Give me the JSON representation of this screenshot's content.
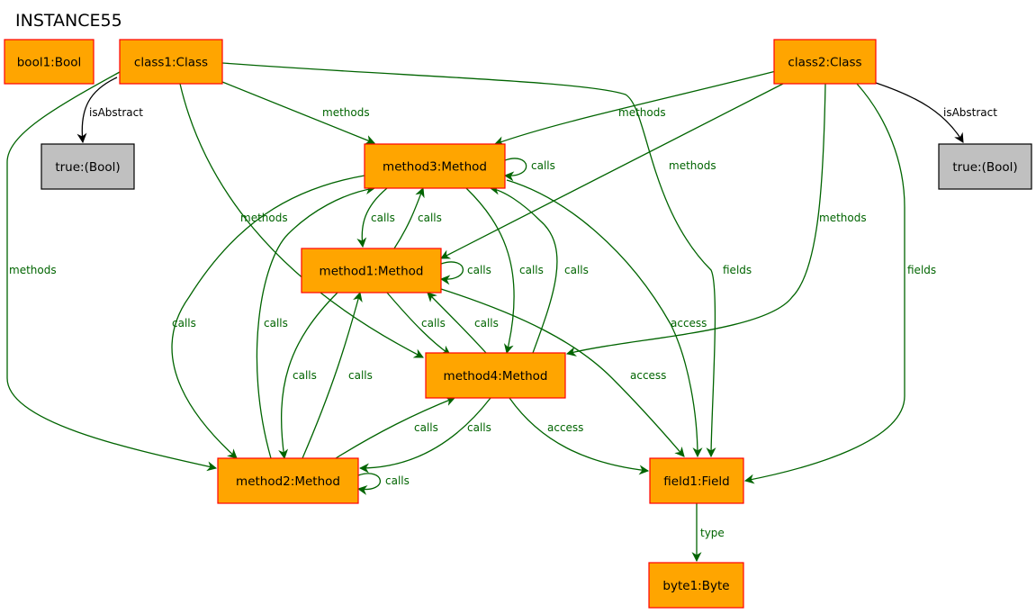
{
  "title": "INSTANCE55",
  "colors": {
    "object_fill": "#FFA500",
    "object_border": "#FF0000",
    "value_fill": "#C0C0C0",
    "value_border": "#000000",
    "reference_edge": "#006400",
    "attribute_edge": "#000000"
  },
  "nodes": [
    {
      "id": "bool1",
      "label": "bool1:Bool",
      "kind": "object"
    },
    {
      "id": "class1",
      "label": "class1:Class",
      "kind": "object"
    },
    {
      "id": "class2",
      "label": "class2:Class",
      "kind": "object"
    },
    {
      "id": "true1",
      "label": "true:(Bool)",
      "kind": "value"
    },
    {
      "id": "true2",
      "label": "true:(Bool)",
      "kind": "value"
    },
    {
      "id": "method3",
      "label": "method3:Method",
      "kind": "object"
    },
    {
      "id": "method1",
      "label": "method1:Method",
      "kind": "object"
    },
    {
      "id": "method4",
      "label": "method4:Method",
      "kind": "object"
    },
    {
      "id": "method2",
      "label": "method2:Method",
      "kind": "object"
    },
    {
      "id": "field1",
      "label": "field1:Field",
      "kind": "object"
    },
    {
      "id": "byte1",
      "label": "byte1:Byte",
      "kind": "object"
    }
  ],
  "edges": [
    {
      "id": "e1",
      "source": "class1",
      "target": "true1",
      "label": "isAbstract",
      "kind": "attribute"
    },
    {
      "id": "e2",
      "source": "class2",
      "target": "true2",
      "label": "isAbstract",
      "kind": "attribute"
    },
    {
      "id": "e3",
      "source": "class1",
      "target": "method3",
      "label": "methods",
      "kind": "reference"
    },
    {
      "id": "e4",
      "source": "class1",
      "target": "method4",
      "label": "methods",
      "kind": "reference"
    },
    {
      "id": "e5",
      "source": "class1",
      "target": "method2",
      "label": "methods",
      "kind": "reference"
    },
    {
      "id": "e6",
      "source": "class1",
      "target": "field1",
      "label": "fields",
      "kind": "reference"
    },
    {
      "id": "e7",
      "source": "class2",
      "target": "method3",
      "label": "methods",
      "kind": "reference"
    },
    {
      "id": "e8",
      "source": "class2",
      "target": "method1",
      "label": "methods",
      "kind": "reference"
    },
    {
      "id": "e9",
      "source": "class2",
      "target": "method4",
      "label": "methods",
      "kind": "reference"
    },
    {
      "id": "e10",
      "source": "class2",
      "target": "field1",
      "label": "fields",
      "kind": "reference"
    },
    {
      "id": "e11",
      "source": "method3",
      "target": "method3",
      "label": "calls",
      "kind": "reference"
    },
    {
      "id": "e12",
      "source": "method3",
      "target": "method1",
      "label": "calls",
      "kind": "reference"
    },
    {
      "id": "e13",
      "source": "method1",
      "target": "method3",
      "label": "calls",
      "kind": "reference"
    },
    {
      "id": "e14",
      "source": "method1",
      "target": "method1",
      "label": "calls",
      "kind": "reference"
    },
    {
      "id": "e15",
      "source": "method3",
      "target": "method2",
      "label": "calls",
      "kind": "reference"
    },
    {
      "id": "e16",
      "source": "method2",
      "target": "method3",
      "label": "calls",
      "kind": "reference"
    },
    {
      "id": "e17",
      "source": "method3",
      "target": "method4",
      "label": "calls",
      "kind": "reference"
    },
    {
      "id": "e18",
      "source": "method4",
      "target": "method3",
      "label": "calls",
      "kind": "reference"
    },
    {
      "id": "e19",
      "source": "method3",
      "target": "field1",
      "label": "access",
      "kind": "reference"
    },
    {
      "id": "e20",
      "source": "method1",
      "target": "method4",
      "label": "calls",
      "kind": "reference"
    },
    {
      "id": "e21",
      "source": "method4",
      "target": "method1",
      "label": "calls",
      "kind": "reference"
    },
    {
      "id": "e22",
      "source": "method1",
      "target": "method2",
      "label": "calls",
      "kind": "reference"
    },
    {
      "id": "e23",
      "source": "method2",
      "target": "method1",
      "label": "calls",
      "kind": "reference"
    },
    {
      "id": "e24",
      "source": "method1",
      "target": "field1",
      "label": "access",
      "kind": "reference"
    },
    {
      "id": "e25",
      "source": "method2",
      "target": "method4",
      "label": "calls",
      "kind": "reference"
    },
    {
      "id": "e26",
      "source": "method4",
      "target": "method2",
      "label": "calls",
      "kind": "reference"
    },
    {
      "id": "e27",
      "source": "method4",
      "target": "field1",
      "label": "access",
      "kind": "reference"
    },
    {
      "id": "e28",
      "source": "method2",
      "target": "method2",
      "label": "calls",
      "kind": "reference"
    },
    {
      "id": "e29",
      "source": "field1",
      "target": "byte1",
      "label": "type",
      "kind": "reference"
    }
  ]
}
